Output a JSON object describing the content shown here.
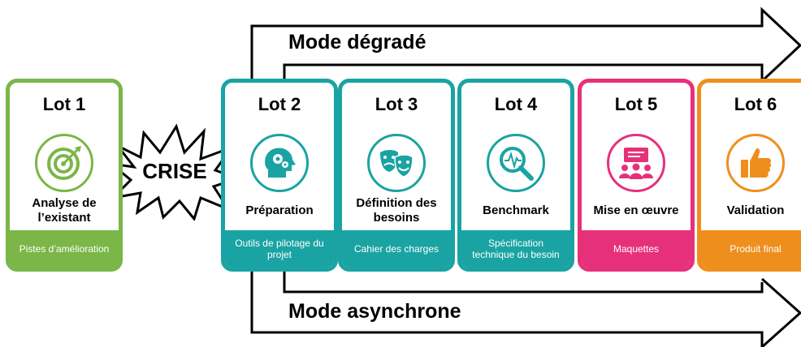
{
  "modes": {
    "top": "Mode dégradé",
    "bottom": "Mode asynchrone"
  },
  "crise": "CRISE",
  "colors": {
    "green": "#7ab648",
    "teal": "#1aa3a3",
    "pink": "#e6317a",
    "orange": "#ee8f1d",
    "dark_teal": "#1a5a66"
  },
  "lots": [
    {
      "title": "Lot 1",
      "label": "Analyse de l’existant",
      "footer": "Pistes d’amélioration",
      "icon": "target-icon",
      "color": "green"
    },
    {
      "title": "Lot 2",
      "label": "Préparation",
      "footer": "Outils de pilotage du projet",
      "icon": "gear-head-icon",
      "color": "teal"
    },
    {
      "title": "Lot 3",
      "label": "Définition des besoins",
      "footer": "Cahier des charges",
      "icon": "theater-masks-icon",
      "color": "teal"
    },
    {
      "title": "Lot 4",
      "label": "Benchmark",
      "footer": "Spécification technique du besoin",
      "icon": "magnifier-icon",
      "color": "teal"
    },
    {
      "title": "Lot 5",
      "label": "Mise en œuvre",
      "footer": "Maquettes",
      "icon": "meeting-icon",
      "color": "pink"
    },
    {
      "title": "Lot 6",
      "label": "Validation",
      "footer": "Produit final",
      "icon": "thumbs-up-icon",
      "color": "orange"
    }
  ]
}
